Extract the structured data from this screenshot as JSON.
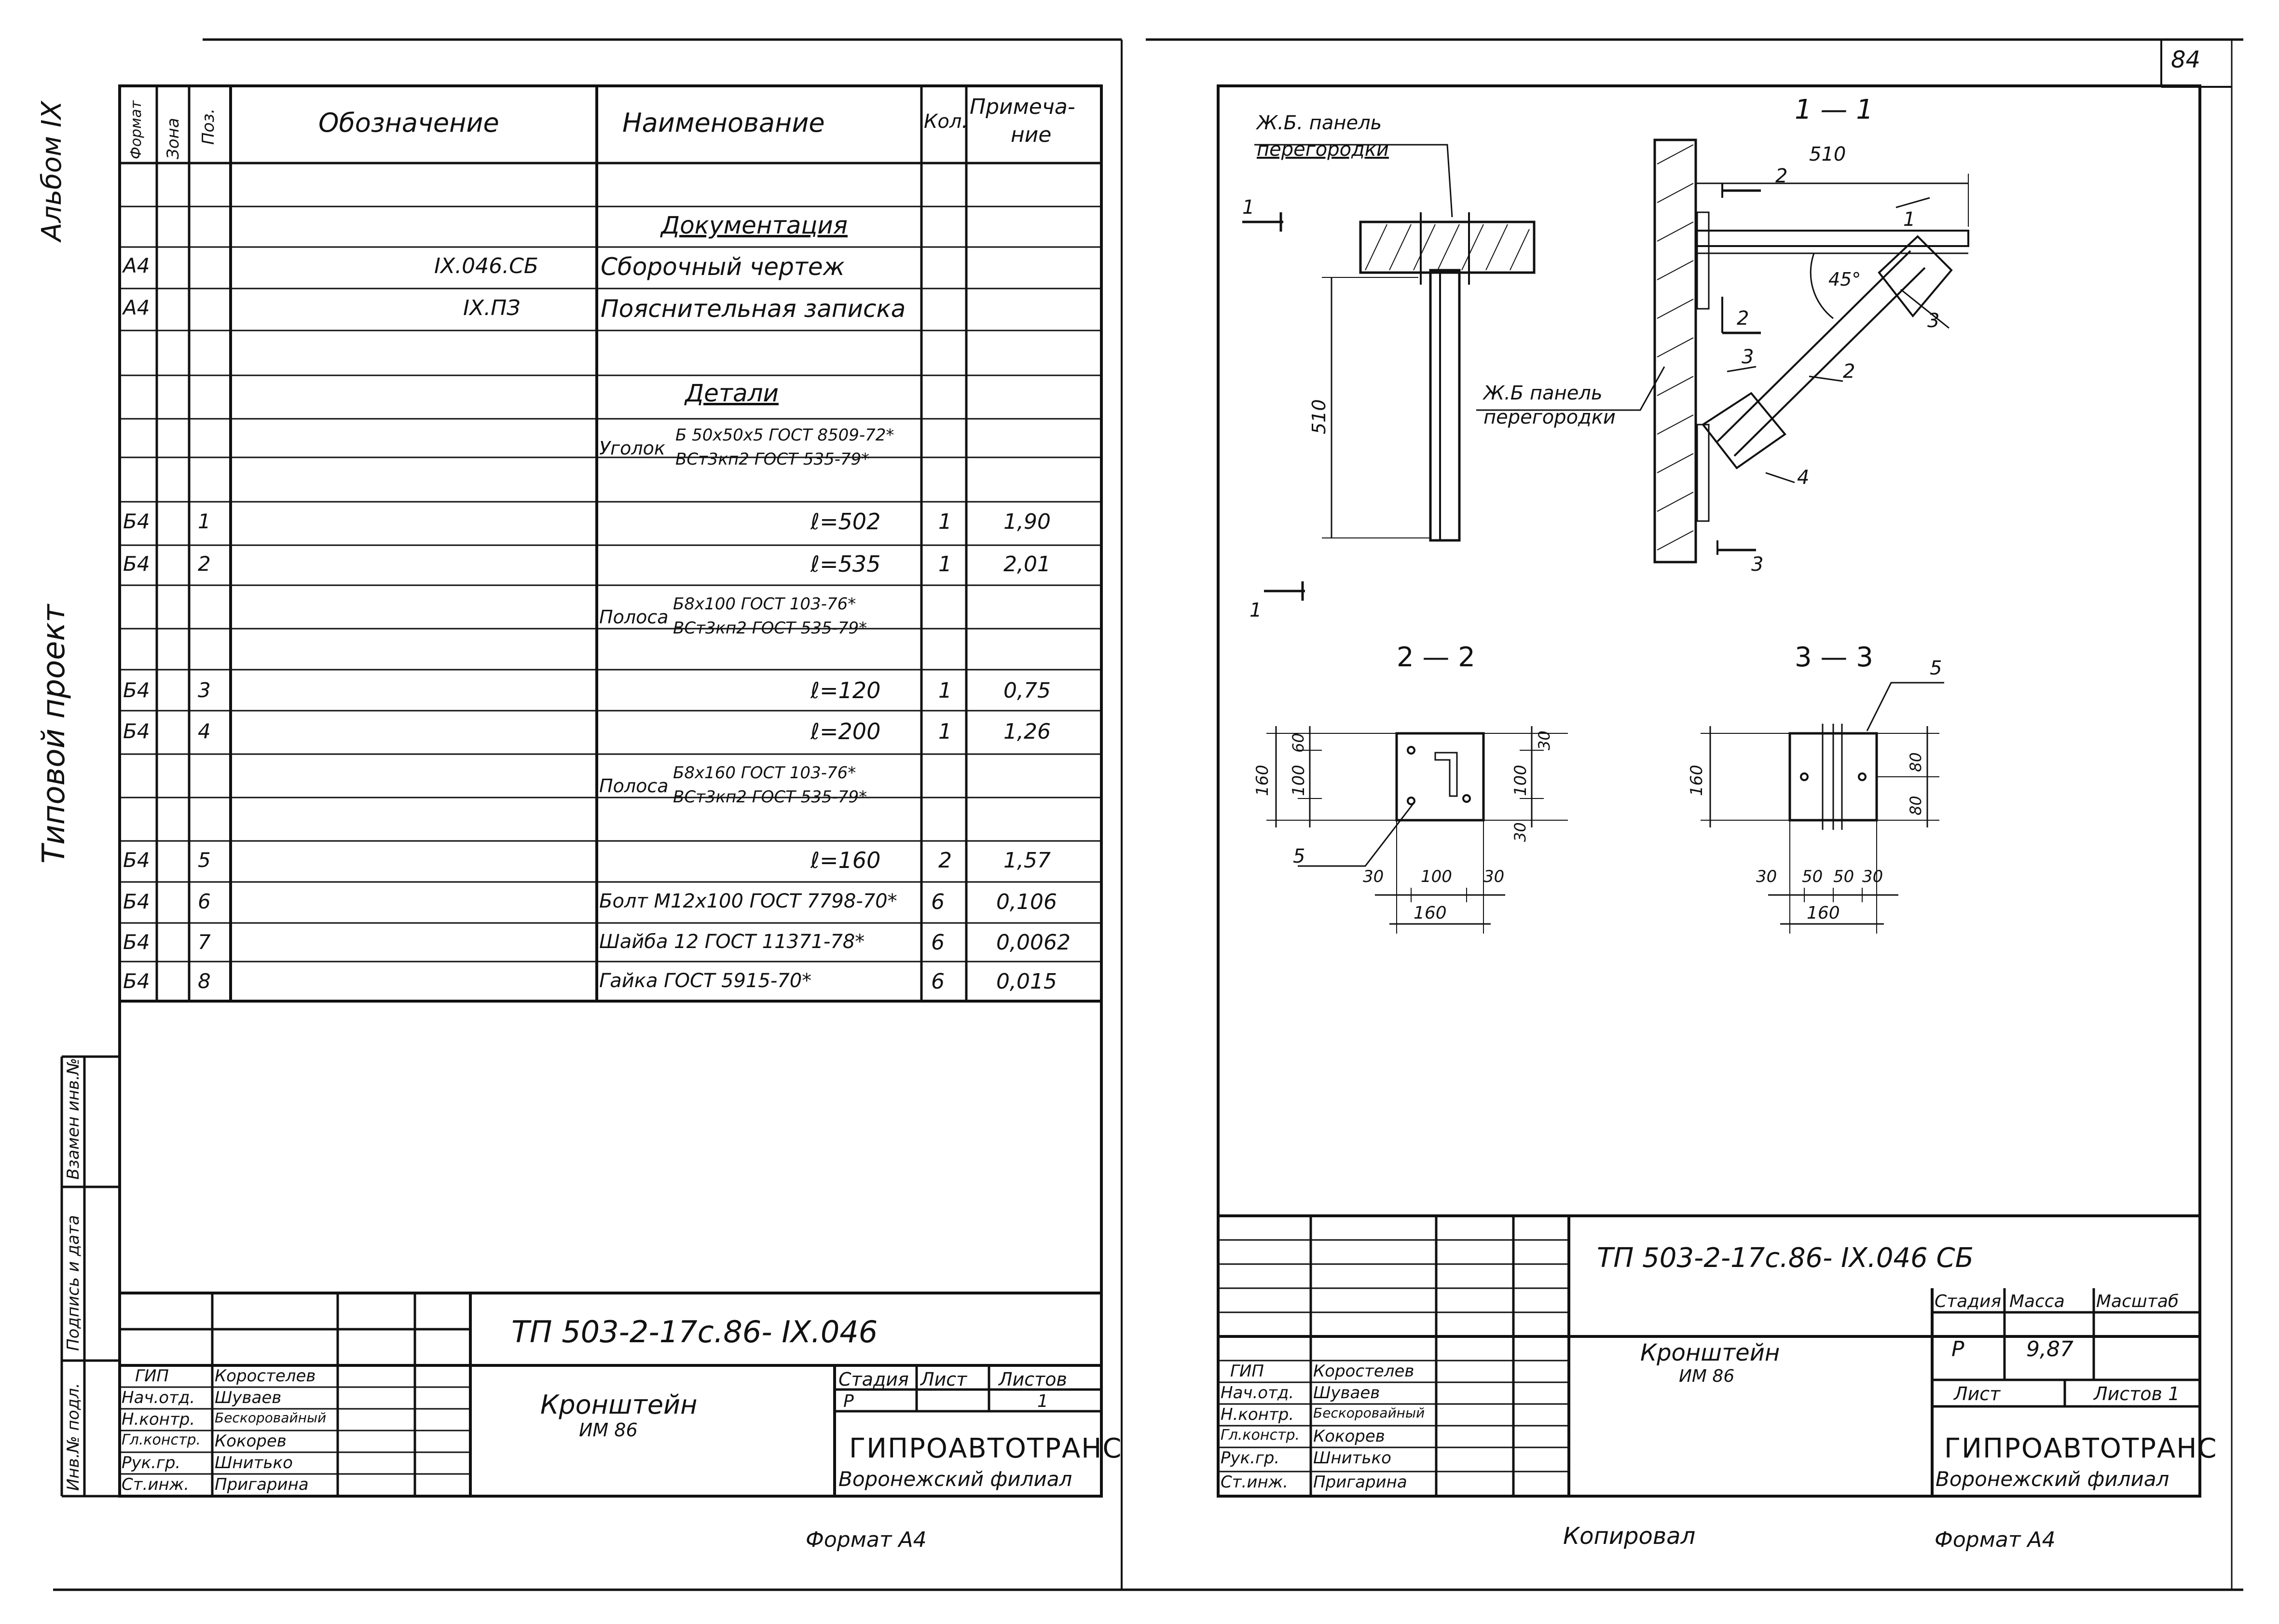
{
  "page_number": "84",
  "left_margin": {
    "album": "Альбом IX",
    "project": "Типовой проект",
    "stamp_inv": "Инв.№ подл.",
    "stamp_sign": "Подпись и дата",
    "stamp_repl": "Взамен инв.№"
  },
  "spec": {
    "headers": {
      "format": "Формат",
      "zone": "Зона",
      "pos": "Поз.",
      "designation": "Обозначение",
      "name": "Наименование",
      "qty": "Кол.",
      "note_line1": "Примеча-",
      "note_line2": "ние"
    },
    "rows": [
      {
        "format": "",
        "zone": "",
        "pos": "",
        "designation": "",
        "name": "Документация",
        "qty": "",
        "note": "",
        "section": true
      },
      {
        "format": "А4",
        "zone": "",
        "pos": "",
        "designation": "IX.046.СБ",
        "name": "Сборочный чертеж",
        "qty": "",
        "note": ""
      },
      {
        "format": "А4",
        "zone": "",
        "pos": "",
        "designation": "IX.ПЗ",
        "name": "Пояснительная записка",
        "qty": "",
        "note": ""
      },
      {
        "format": "",
        "zone": "",
        "pos": "",
        "designation": "",
        "name": "Детали",
        "qty": "",
        "note": "",
        "section": true
      },
      {
        "format": "",
        "zone": "",
        "pos": "",
        "designation": "",
        "name_prefix": "Уголок",
        "name_top": "Б 50х50х5 ГОСТ 8509-72*",
        "name_bottom": "ВСт3кп2 ГОСТ 535-79*",
        "qty": "",
        "note": "",
        "double": true
      },
      {
        "format": "Б4",
        "zone": "",
        "pos": "1",
        "designation": "",
        "name": "ℓ=502",
        "qty": "1",
        "note": "1,90",
        "right": true
      },
      {
        "format": "Б4",
        "zone": "",
        "pos": "2",
        "designation": "",
        "name": "ℓ=535",
        "qty": "1",
        "note": "2,01",
        "right": true
      },
      {
        "format": "",
        "zone": "",
        "pos": "",
        "designation": "",
        "name_prefix": "Полоса",
        "name_top": "Б8х100 ГОСТ 103-76*",
        "name_bottom": "ВСт3кп2 ГОСТ 535-79*",
        "qty": "",
        "note": "",
        "double": true
      },
      {
        "format": "Б4",
        "zone": "",
        "pos": "3",
        "designation": "",
        "name": "ℓ=120",
        "qty": "1",
        "note": "0,75",
        "right": true
      },
      {
        "format": "Б4",
        "zone": "",
        "pos": "4",
        "designation": "",
        "name": "ℓ=200",
        "qty": "1",
        "note": "1,26",
        "right": true
      },
      {
        "format": "",
        "zone": "",
        "pos": "",
        "designation": "",
        "name_prefix": "Полоса",
        "name_top": "Б8х160 ГОСТ 103-76*",
        "name_bottom": "ВСт3кп2 ГОСТ 535-79*",
        "qty": "",
        "note": "",
        "double": true
      },
      {
        "format": "Б4",
        "zone": "",
        "pos": "5",
        "designation": "",
        "name": "ℓ=160",
        "qty": "2",
        "note": "1,57",
        "right": true
      },
      {
        "format": "Б4",
        "zone": "",
        "pos": "6",
        "designation": "",
        "name": "Болт М12х100 ГОСТ 7798-70*",
        "qty": "6",
        "note": "0,106"
      },
      {
        "format": "Б4",
        "zone": "",
        "pos": "7",
        "designation": "",
        "name": "Шайба 12 ГОСТ 11371-78*",
        "qty": "6",
        "note": "0,0062"
      },
      {
        "format": "Б4",
        "zone": "",
        "pos": "8",
        "designation": "",
        "name": "Гайка ГОСТ 5915-70*",
        "qty": "6",
        "note": "0,015"
      }
    ]
  },
  "title_block_left": {
    "code": "ТП  503-2-17с.86-  IX.046",
    "title": "Кронштейн",
    "subtitle": "ИМ 86",
    "stage_label": "Стадия",
    "sheet_label": "Лист",
    "sheets_label": "Листов",
    "stage": "Р",
    "sheets": "1",
    "org": "ГИПРОАВТОТРАНС",
    "branch": "Воронежский филиал",
    "roles": [
      "ГИП",
      "Нач.отд.",
      "Н.контр.",
      "Гл.констр.",
      "Рук.гр.",
      "Ст.инж."
    ],
    "names": [
      "Коростелев",
      "Шуваев",
      "Бескоровайный",
      "Кокорев",
      "Шнитько",
      "Пригарина"
    ],
    "format": "Формат А4"
  },
  "drawing": {
    "section_1_1": "1 — 1",
    "section_2_2": "2 — 2",
    "section_3_3": "3 — 3",
    "panel_label_a": "Ж.Б. панель",
    "panel_label_b": "перегородки",
    "panel2_label_a": "Ж.Б панель",
    "panel2_label_b": "перегородки",
    "dims": {
      "height_510": "510",
      "width_510": "510",
      "angle": "45°",
      "d160": "160",
      "d100": "100",
      "d60": "60",
      "d30": "30",
      "d80": "80",
      "d50": "50"
    },
    "callouts": {
      "c1": "1",
      "c2": "2",
      "c3": "3",
      "c4": "4",
      "c5": "5"
    }
  },
  "title_block_right": {
    "code": "ТП  503-2-17с.86-  IX.046 СБ",
    "title": "Кронштейн",
    "subtitle": "ИМ 86",
    "stage_label": "Стадия",
    "mass_label": "Масса",
    "scale_label": "Масштаб",
    "stage": "Р",
    "mass": "9,87",
    "sheet_label": "Лист",
    "sheets_label": "Листов 1",
    "org": "ГИПРОАВТОТРАНС",
    "branch": "Воронежский филиал",
    "roles": [
      "ГИП",
      "Нач.отд.",
      "Н.контр.",
      "Гл.констр.",
      "Рук.гр.",
      "Ст.инж."
    ],
    "names": [
      "Коростелев",
      "Шуваев",
      "Бескоровайный",
      "Кокорев",
      "Шнитько",
      "Пригарина"
    ],
    "copied": "Копировал",
    "format": "Формат А4"
  }
}
